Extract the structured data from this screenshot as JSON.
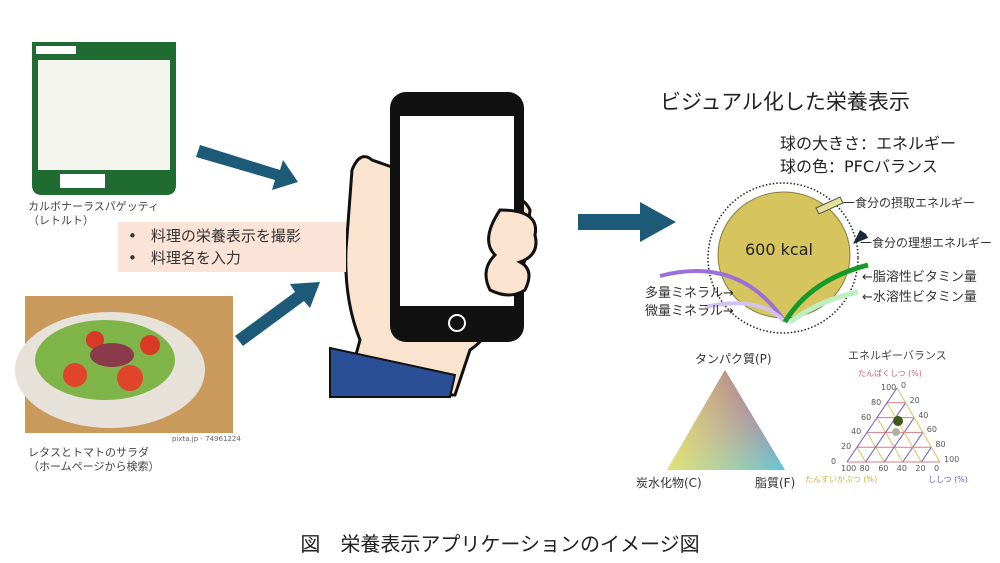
{
  "left": {
    "package_label": [
      "カルボナーラスパゲッティ",
      "（レトルト）"
    ],
    "steps": [
      "料理の栄養表示を撮影",
      "料理名を入力"
    ],
    "photo_credit": "pixta.jp - 74961224",
    "salad_label": [
      "レタスとトマトのサラダ",
      "（ホームページから検索）"
    ]
  },
  "right": {
    "title": "ビジュアル化した栄養表示",
    "legend": [
      "球の大きさ：エネルギー",
      "球の色：PFCバランス"
    ],
    "energy": "600 kcal",
    "labels": {
      "intake": "一食分の摂取エネルギー",
      "ideal": "一食分の理想エネルギー",
      "fat_vit": "←脂溶性ビタミン量",
      "water_vit": "←水溶性ビタミン量",
      "macro_min": "多量ミネラル→",
      "trace_min": "微量ミネラル→"
    },
    "pfc": {
      "p": "タンパク質(P)",
      "c": "炭水化物(C)",
      "f": "脂質(F)"
    },
    "ternary": {
      "title": "エネルギーバランス",
      "protein_axis": "たんぱくしつ (%)",
      "carb_axis": "たんすいかぶつ (%)",
      "fat_axis": "ししつ (%)",
      "ticks": [
        "0",
        "20",
        "40",
        "60",
        "80",
        "100"
      ]
    }
  },
  "caption": "図　栄養表示アプリケーションのイメージ図"
}
